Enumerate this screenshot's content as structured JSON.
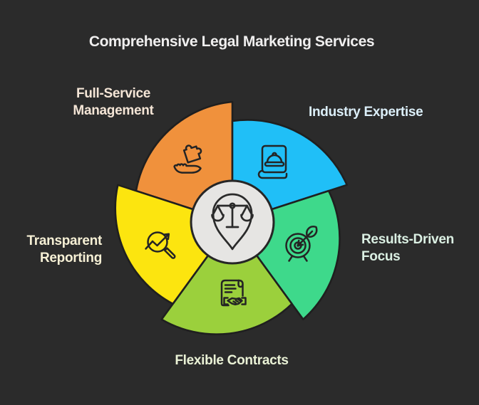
{
  "title": "Comprehensive Legal Marketing Services",
  "colors": {
    "background": "#2B2B2B",
    "outline": "#1F1F1F",
    "title_text": "#F0EFEF",
    "center_circle_fill": "#E6E5E3"
  },
  "wheel": {
    "center": {
      "icon": "legal-scales-pin-icon",
      "fill": "#E6E5E3"
    },
    "segments": [
      {
        "id": "full-service-management",
        "label": "Full-Service\nManagement",
        "color": "#F0913C",
        "label_color": "#F4E5D6",
        "icon": "hand-puzzle-icon",
        "position": "top-left"
      },
      {
        "id": "industry-expertise",
        "label": "Industry Expertise",
        "color": "#20BFF7",
        "label_color": "#DCEFF9",
        "icon": "book-hardhat-icon",
        "position": "top-right"
      },
      {
        "id": "results-driven-focus",
        "label": "Results-Driven\nFocus",
        "color": "#3ED98B",
        "label_color": "#DBF0E3",
        "icon": "target-dart-icon",
        "position": "right"
      },
      {
        "id": "flexible-contracts",
        "label": "Flexible Contracts",
        "color": "#9BD03C",
        "label_color": "#EAF2D6",
        "icon": "contract-handshake-icon",
        "position": "bottom"
      },
      {
        "id": "transparent-reporting",
        "label": "Transparent\nReporting",
        "color": "#FCE50F",
        "label_color": "#F6F0D5",
        "icon": "magnifier-trend-icon",
        "position": "left"
      }
    ]
  }
}
